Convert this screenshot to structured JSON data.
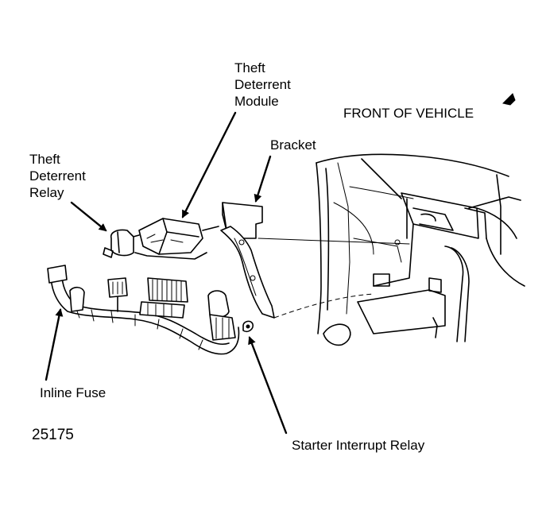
{
  "labels": {
    "module": [
      "Theft",
      "Deterrent",
      "Module"
    ],
    "relay": [
      "Theft",
      "Deterrent",
      "Relay"
    ],
    "front": "FRONT OF VEHICLE",
    "bracket": "Bracket",
    "fuse": "Inline Fuse",
    "starter": "Starter Interrupt Relay",
    "figure_number": "25175"
  }
}
